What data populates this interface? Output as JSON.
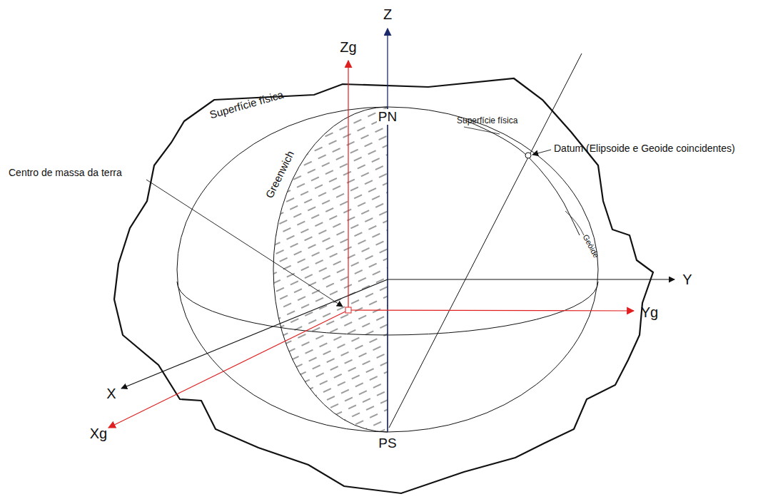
{
  "diagram": {
    "labels": [
      "Z",
      "Zg",
      "Superfície física",
      "PN",
      "Superfície física",
      "Datum (Elipsoide e Geoide coincidentes)",
      "Centro de massa da terra",
      "Greenwich",
      "Geóide",
      "Y",
      "Yg",
      "X",
      "Xg",
      "PS"
    ]
  }
}
